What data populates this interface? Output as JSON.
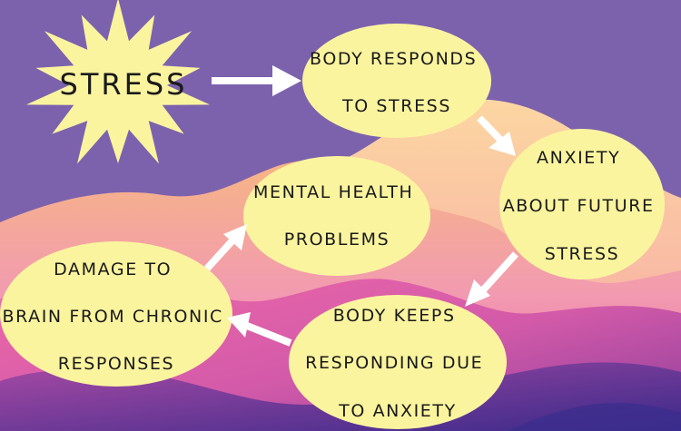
{
  "colors": {
    "background_top": "#7c62ad",
    "bubble_fill": "#fbf49f",
    "star_fill": "#fbf49f",
    "arrow": "#ffffff",
    "text": "#1a1a1a"
  },
  "diagram": {
    "start": {
      "label": "STRESS"
    },
    "nodes": [
      {
        "id": "body-responds",
        "lines": [
          "BODY RESPONDS",
          "TO STRESS"
        ]
      },
      {
        "id": "anxiety-future",
        "lines": [
          "ANXIETY",
          "ABOUT FUTURE",
          "STRESS"
        ]
      },
      {
        "id": "body-keeps",
        "lines": [
          "BODY KEEPS",
          "RESPONDING DUE",
          "TO ANXIETY"
        ]
      },
      {
        "id": "damage-brain",
        "lines": [
          "DAMAGE TO",
          "BRAIN FROM CHRONIC",
          "RESPONSES"
        ]
      },
      {
        "id": "mental-health",
        "lines": [
          "MENTAL HEALTH",
          "PROBLEMS"
        ]
      }
    ],
    "edges": [
      {
        "from": "stress",
        "to": "body-responds"
      },
      {
        "from": "body-responds",
        "to": "anxiety-future"
      },
      {
        "from": "anxiety-future",
        "to": "body-keeps"
      },
      {
        "from": "body-keeps",
        "to": "damage-brain"
      },
      {
        "from": "damage-brain",
        "to": "mental-health"
      }
    ]
  }
}
